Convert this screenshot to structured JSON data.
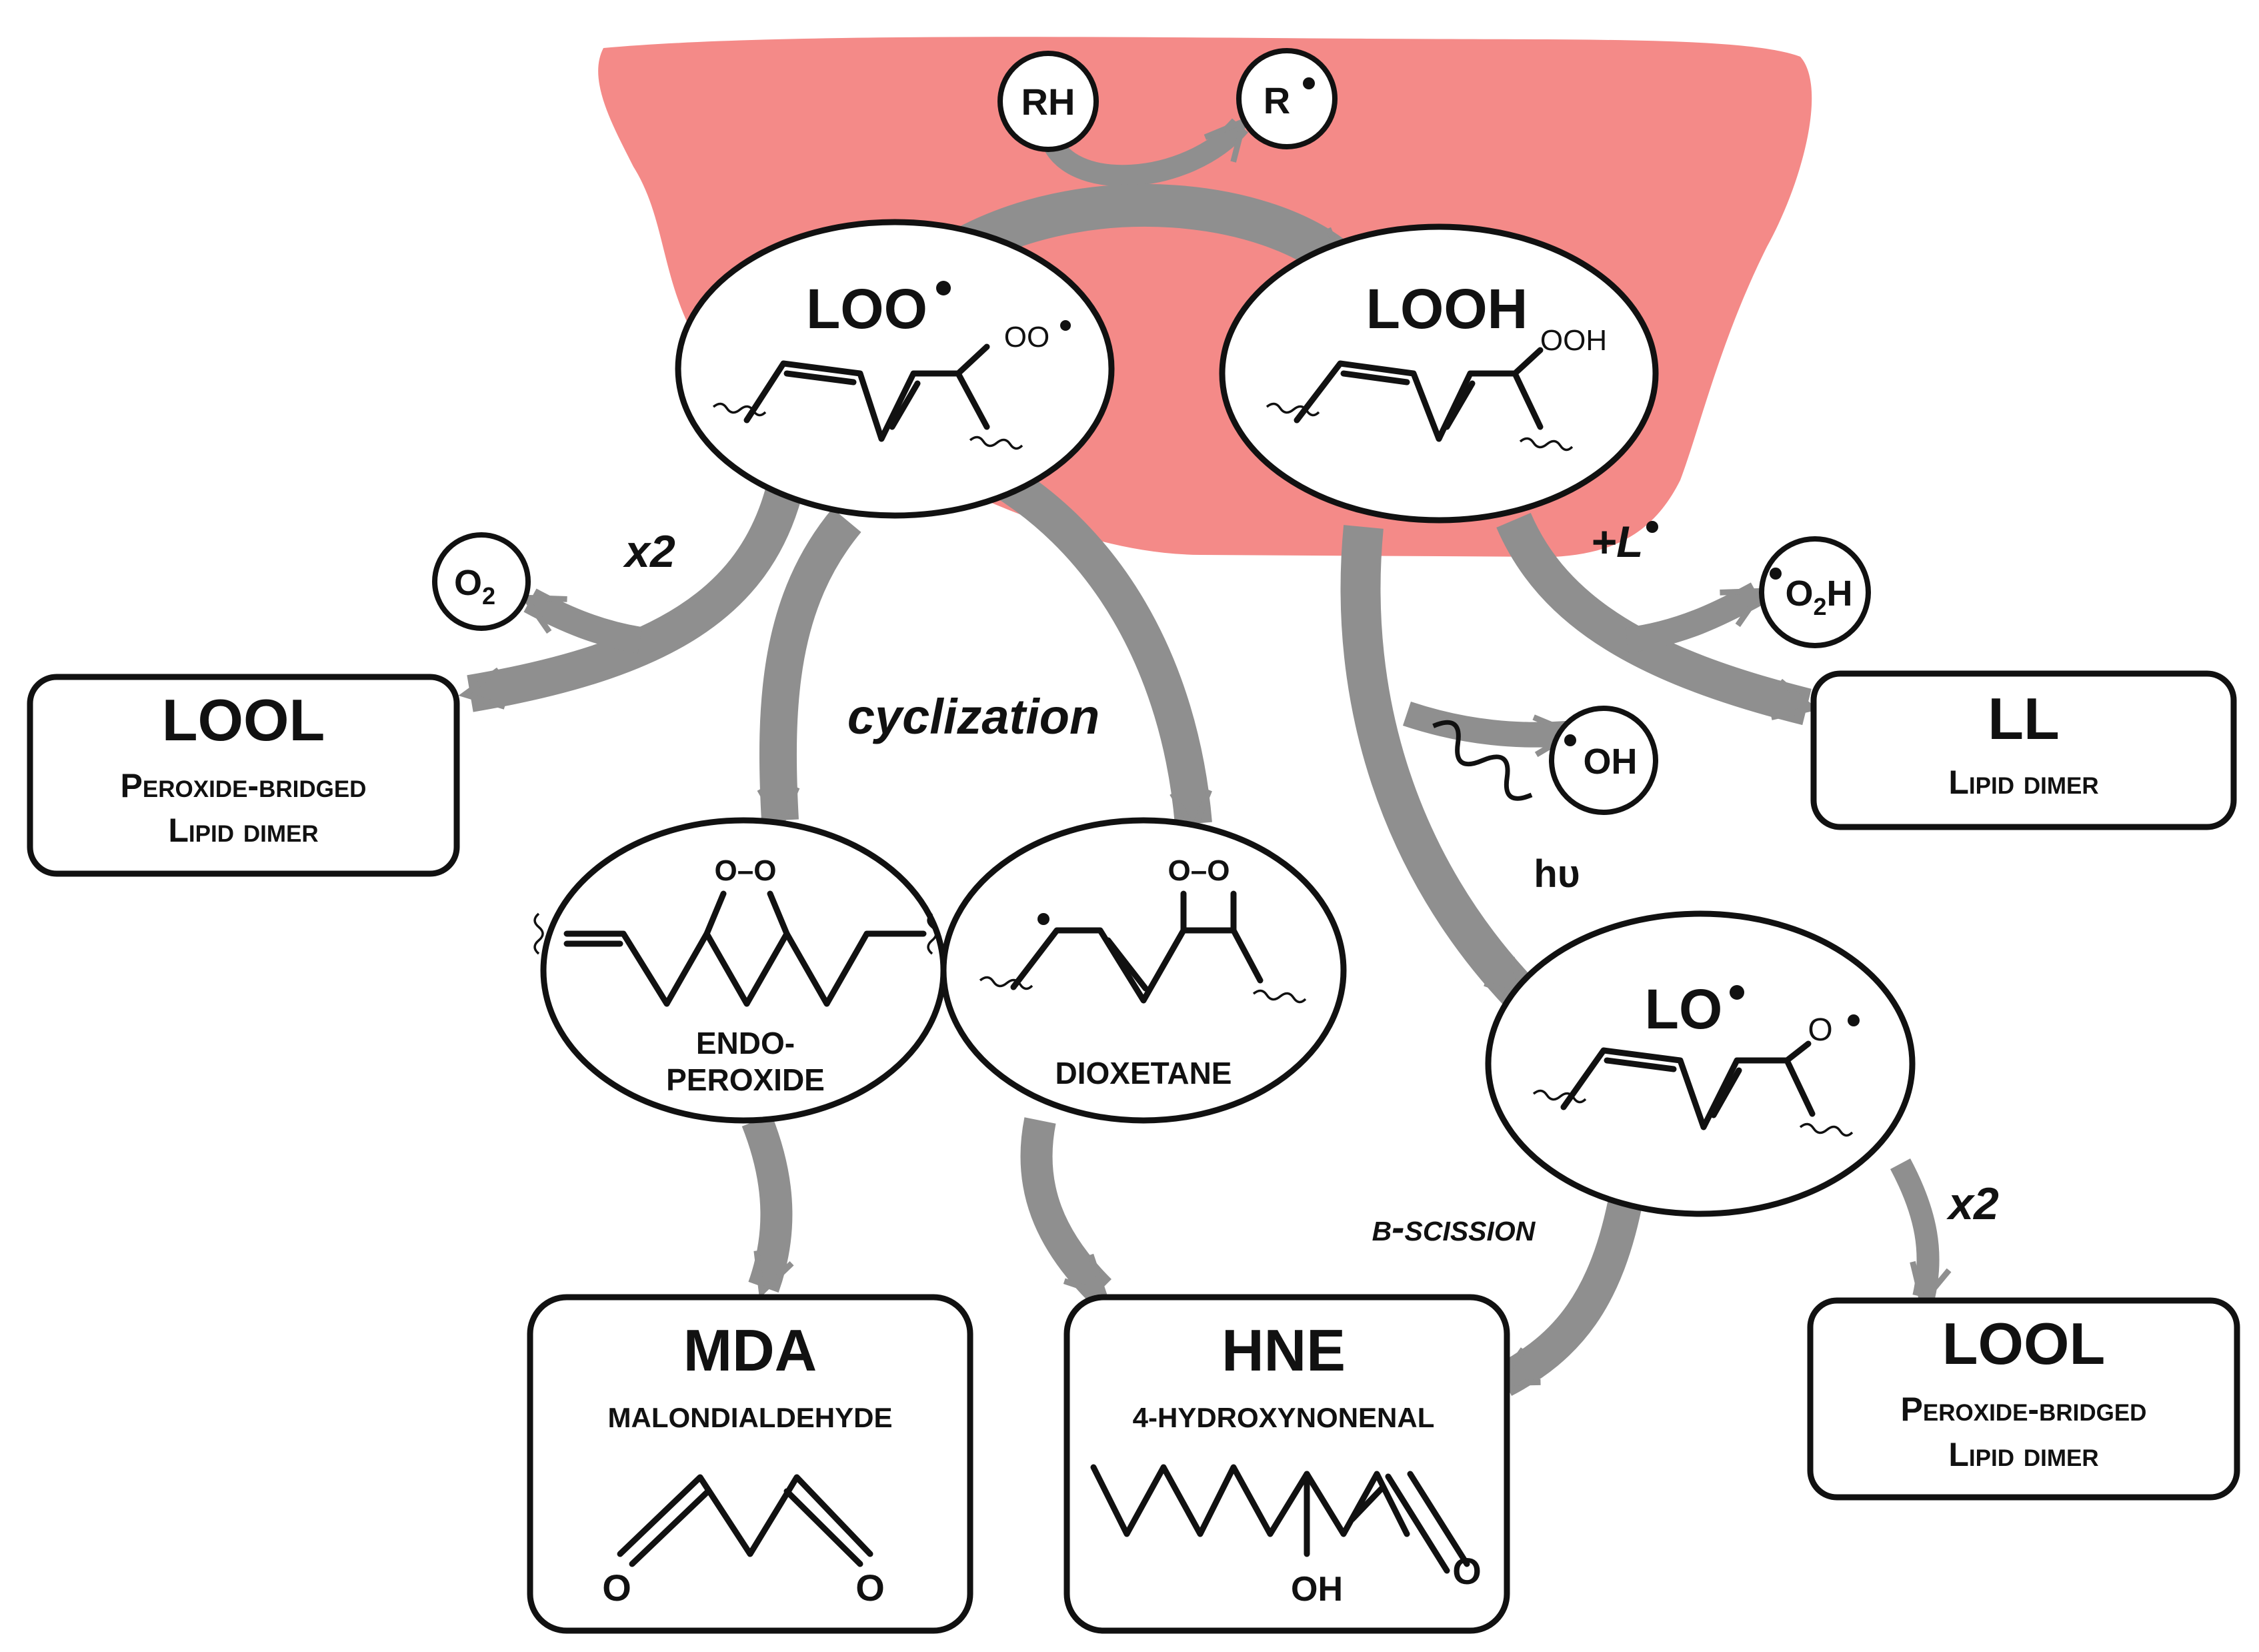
{
  "colors": {
    "membrane": "#f48a88",
    "arrow": "#8f8f8f",
    "stroke": "#111111"
  },
  "small_species": {
    "rh": "RH",
    "r": "R",
    "o2": "O",
    "o2_sub": "2",
    "o2h_o": "O",
    "o2h_sub": "2",
    "o2h_h": "H",
    "oh": "OH"
  },
  "nodes": {
    "loo": {
      "title": "LOO",
      "group": "OO"
    },
    "looh": {
      "title": "LOOH",
      "group": "OOH"
    },
    "lo": {
      "title": "LO",
      "group": "O"
    },
    "endoperoxide": {
      "label_line1": "ENDO-",
      "label_line2": "PEROXIDE",
      "bridge": "O–O"
    },
    "dioxetane": {
      "label": "DIOXETANE",
      "bridge": "O–O"
    }
  },
  "boxes": {
    "lool_left": {
      "title": "LOOL",
      "line1": "Peroxide-bridged",
      "line2": "Lipid dimer"
    },
    "ll": {
      "title": "LL",
      "line1": "Lipid dimer"
    },
    "mda": {
      "title": "MDA",
      "subtitle": "MALONDIALDEHYDE",
      "o1": "O",
      "o2": "O"
    },
    "hne": {
      "title": "HNE",
      "subtitle": "4-HYDROXYNONENAL",
      "oh": "OH",
      "o": "O"
    },
    "lool_right": {
      "title": "LOOL",
      "line1": "Peroxide-bridged",
      "line2": "Lipid dimer"
    }
  },
  "labels": {
    "x2_left": "x2",
    "cyclization": "cyclization",
    "plus_l": "+L",
    "hv": "hυ",
    "beta_scission": "β-scission",
    "x2_right": "x2"
  }
}
